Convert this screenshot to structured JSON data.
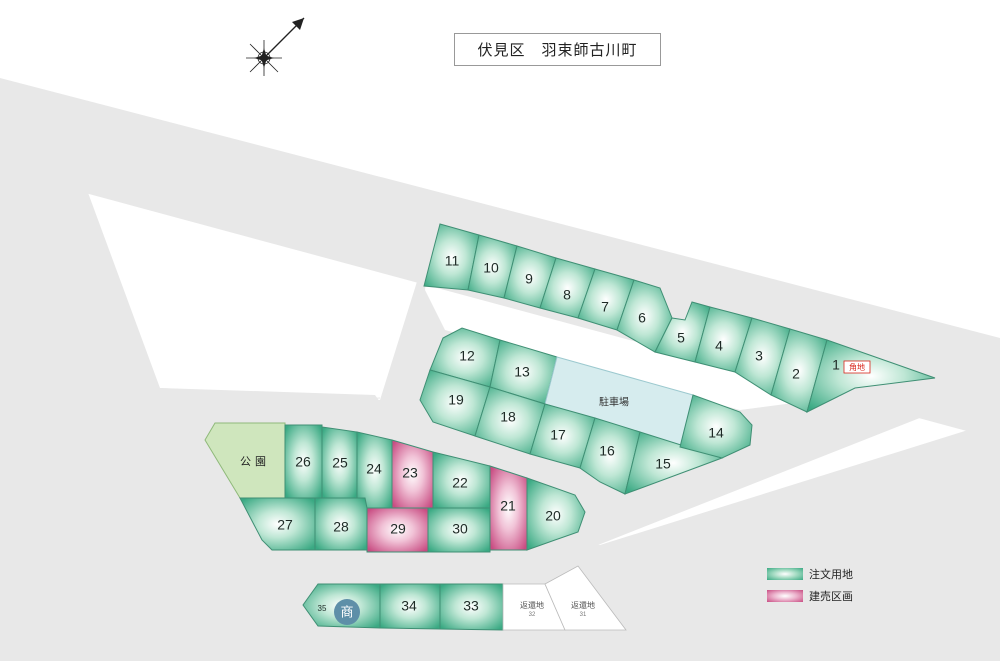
{
  "title": "伏見区　羽束師古川町",
  "legend": {
    "order_label": "注文用地",
    "sale_label": "建売区画"
  },
  "park_label": "公園",
  "parking_label": "駐車場",
  "corner_label": "角地",
  "shop_label": "商",
  "turnaround": [
    {
      "label": "返還地",
      "sub": "32"
    },
    {
      "label": "返還地",
      "sub": "31"
    }
  ],
  "lots": {
    "order": [
      "1",
      "2",
      "3",
      "4",
      "5",
      "6",
      "7",
      "8",
      "9",
      "10",
      "11",
      "12",
      "13",
      "14",
      "15",
      "16",
      "17",
      "18",
      "19",
      "20",
      "22",
      "24",
      "25",
      "26",
      "27",
      "28",
      "30",
      "33",
      "34",
      "35"
    ],
    "sale": [
      "21",
      "23",
      "29"
    ]
  },
  "colors": {
    "order_edge": "#3aa983",
    "sale_edge": "#c84c82",
    "road": "#e8e8e8",
    "park": "#cfe6bd",
    "parking": "#d6ecee",
    "shop_badge": "#5e8fa8",
    "corner_text": "#d9261c"
  },
  "icons": {
    "compass": "compass-icon"
  }
}
